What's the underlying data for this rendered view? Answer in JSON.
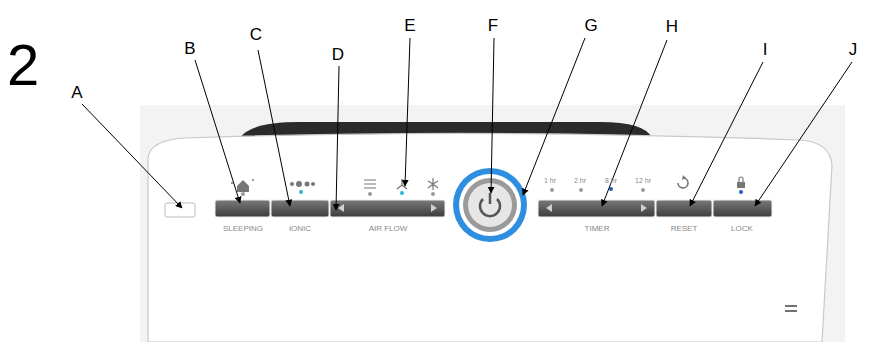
{
  "diagram": {
    "labels": [
      "2",
      "A",
      "B",
      "C",
      "D",
      "E",
      "F",
      "G",
      "H",
      "I",
      "J",
      "SLEEPING",
      "IONIC",
      "AIR FLOW",
      "1 hr",
      "2 hr",
      "8 hr",
      "12 hr",
      "TIMER",
      "RESET",
      "LOCK"
    ]
  }
}
